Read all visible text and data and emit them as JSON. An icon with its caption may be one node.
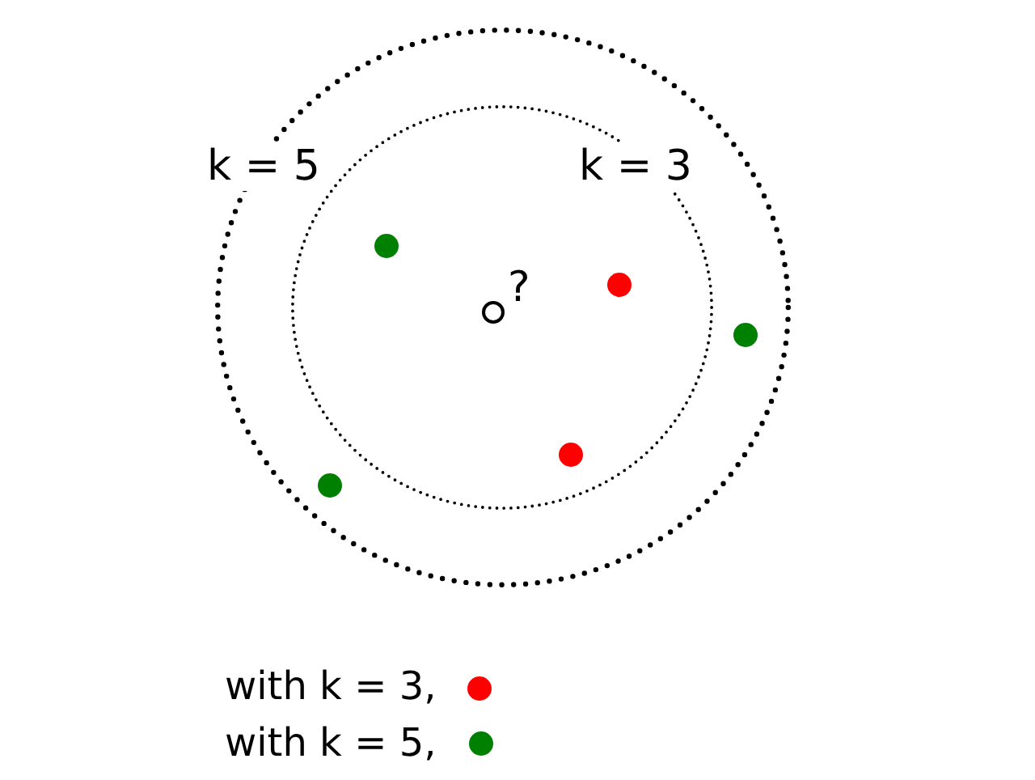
{
  "diagram": {
    "nodes": [
      {
        "text": [
          "k = 5"
        ]
      },
      {
        "text": [
          "k = 3"
        ],
        "in": 0
      }
    ],
    "labels": [
      "?"
    ],
    "legend": [
      {
        "text": "with k = 3,",
        "color": "#ff0000"
      },
      {
        "text": "with k = 5,",
        "color": "#008000"
      }
    ]
  }
}
